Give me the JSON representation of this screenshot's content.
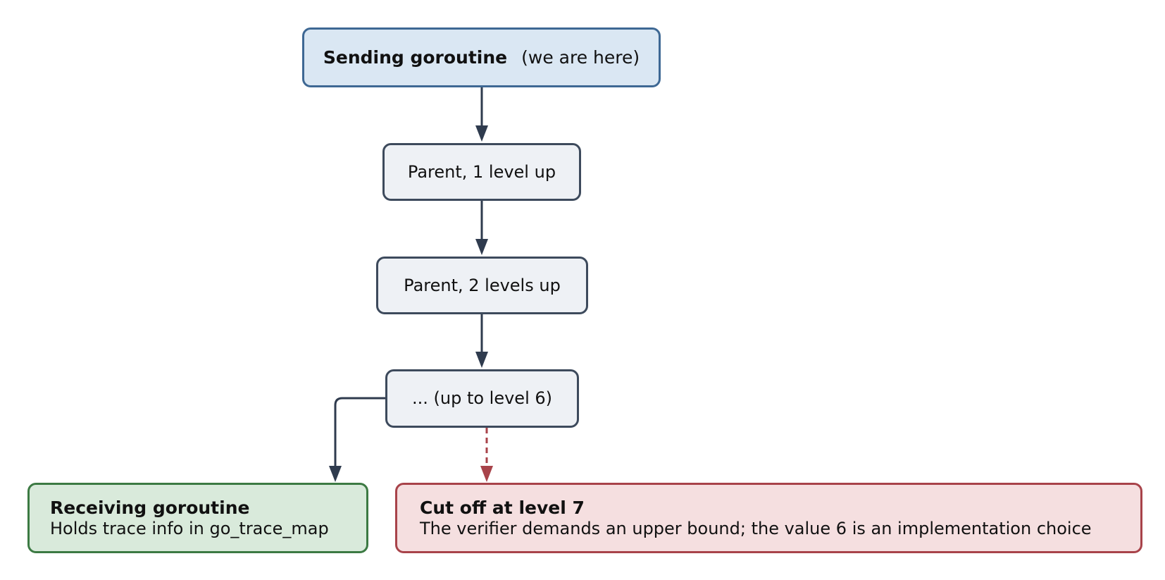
{
  "diagram": {
    "sending": {
      "bold": "Sending goroutine",
      "note": "(we are here)"
    },
    "parent1": "Parent, 1 level up",
    "parent2": "Parent, 2 levels up",
    "level6": "... (up to level 6)",
    "receiving": {
      "title": "Receiving goroutine",
      "subtitle": "Holds trace info in go_trace_map"
    },
    "cutoff": {
      "title": "Cut off at level 7",
      "subtitle": "The verifier demands an upper bound; the value 6 is an implementation choice"
    }
  },
  "colors": {
    "sending_fill": "#dae7f3",
    "sending_border": "#3e6894",
    "parent_fill": "#eef1f5",
    "parent_border": "#3d4a5c",
    "receiving_fill": "#d9eadb",
    "receiving_border": "#3c7a43",
    "cutoff_fill": "#f5dfe0",
    "cutoff_border": "#a8434a",
    "arrow": "#2f3b4e",
    "dashed_arrow": "#a8434a"
  }
}
